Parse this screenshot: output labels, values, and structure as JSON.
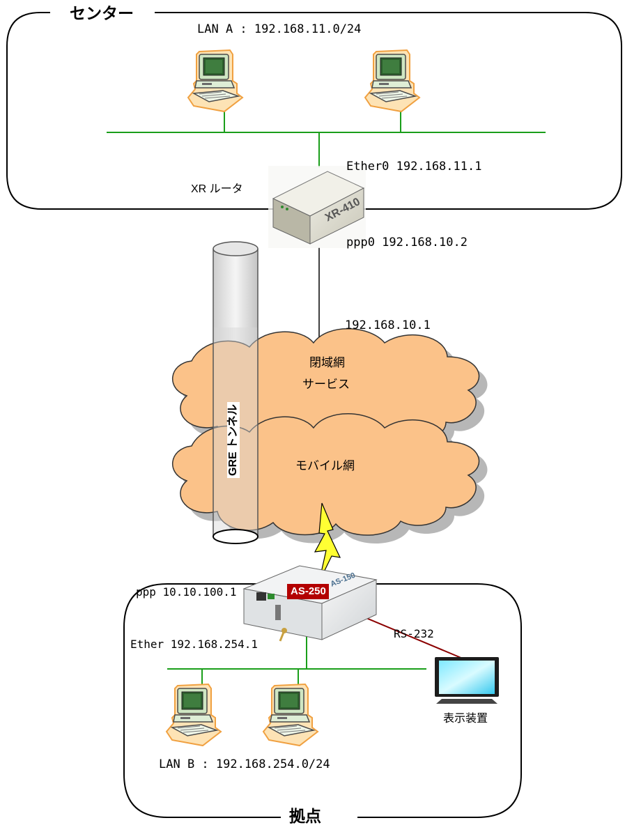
{
  "center": {
    "title": "センター",
    "lan": "LAN A : 192.168.11.0/24",
    "router_label": "XR ルータ",
    "router_model": "XR-410",
    "ether_addr": "Ether0 192.168.11.1",
    "ppp_addr": "ppp0 192.168.10.2"
  },
  "network": {
    "gateway_addr": "192.168.10.1",
    "closed_network": [
      "閉域網",
      "サービス"
    ],
    "mobile_network": "モバイル網",
    "tunnel_label": "GRE トンネル"
  },
  "site": {
    "title": "拠点",
    "device_model": "AS-250",
    "ppp_addr": "ppp 10.10.100.1",
    "ether_addr": "Ether 192.168.254.1",
    "serial_label": "RS-232",
    "display_label": "表示装置",
    "lan": "LAN B : 192.168.254.0/24"
  },
  "colors": {
    "lan_line": "#1a9e1a",
    "cloud_fill": "#fbc289",
    "serial_line": "#8b0000",
    "lightning": "#ffff33"
  }
}
